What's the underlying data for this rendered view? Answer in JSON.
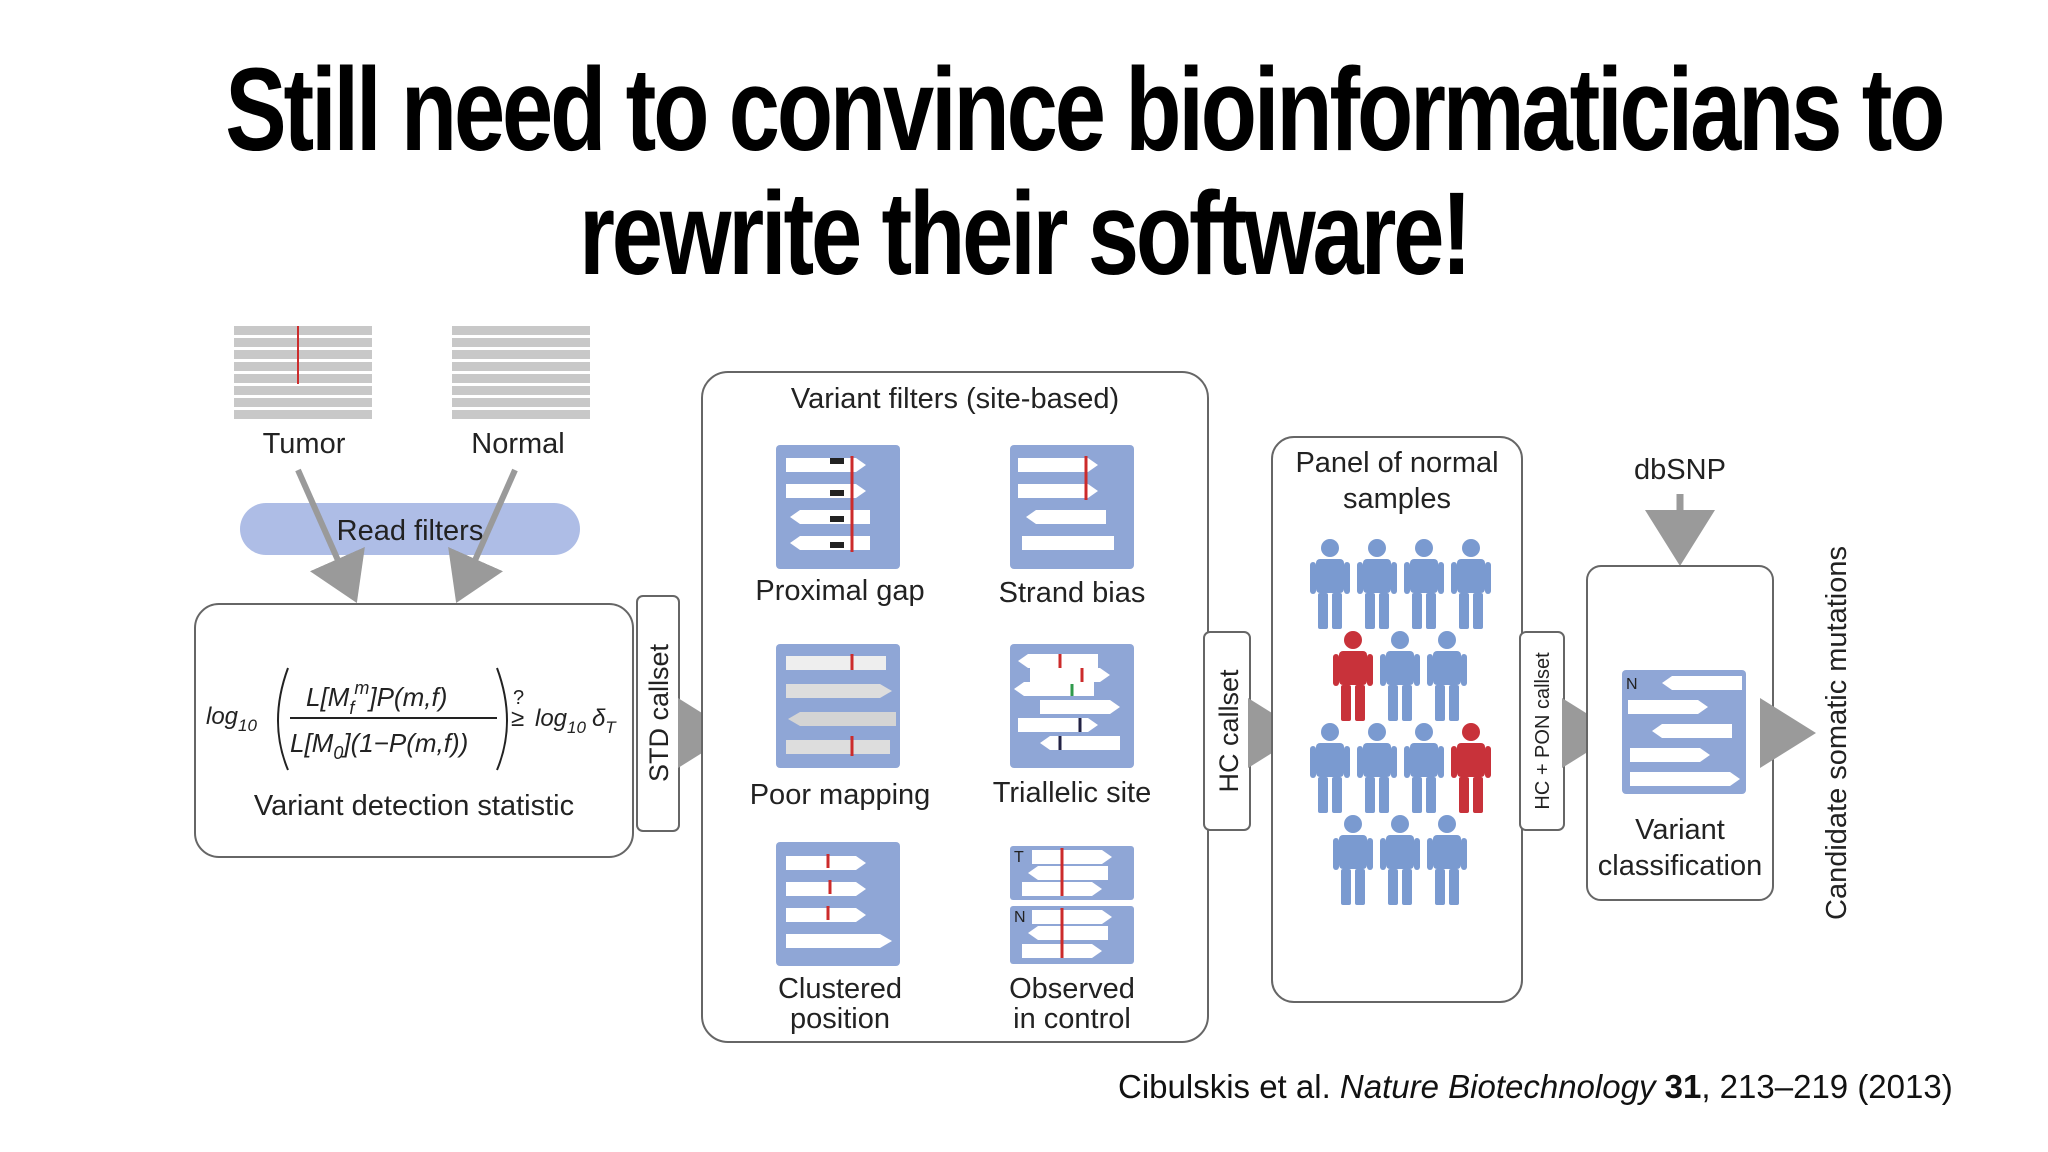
{
  "title": {
    "line1": "Still need to convince bioinformaticians to",
    "line2": "rewrite their software!"
  },
  "diagram": {
    "inputs": [
      "Tumor",
      "Normal"
    ],
    "read_filters": "Read filters",
    "formula": {
      "log10_left": "log",
      "log_sub": "10",
      "numerator": "L[M",
      "numerator_sub": "f",
      "numerator_sup": "m",
      "numerator_rest": "]P(m,f)",
      "denominator": "L[M",
      "denominator_sub": "0",
      "denominator_rest": "](1−P(m,f))",
      "compare": "≥",
      "question": "?",
      "log10_right": "log",
      "delta": "δ",
      "delta_sub": "T"
    },
    "detection_label": "Variant detection statistic",
    "std_callset": "STD callset",
    "filters_title": "Variant filters (site-based)",
    "filters": [
      "Proximal gap",
      "Strand bias",
      "Poor mapping",
      "Triallelic site",
      "Clustered",
      "position",
      "Observed",
      "in control"
    ],
    "filter_letters": [
      "T",
      "N"
    ],
    "hc_callset": "HC callset",
    "pon_title_1": "Panel of normal",
    "pon_title_2": "samples",
    "hc_pon_callset": "HC + PON callset",
    "dbsnp": "dbSNP",
    "classification_letter": "N",
    "classification_1": "Variant",
    "classification_2": "classification",
    "output": "Candidate somatic mutations"
  },
  "citation": {
    "authors": "Cibulskis et al. ",
    "journal": "Nature Biotechnology",
    "volume": "31",
    "pages": ", 213–219 (2013)"
  },
  "colors": {
    "box_blue": "#8fa6d6",
    "red_mark": "#cc2b2b",
    "person_blue": "#7a9ad0",
    "person_red": "#c8323a",
    "arrow_gray": "#9a9a9a"
  }
}
